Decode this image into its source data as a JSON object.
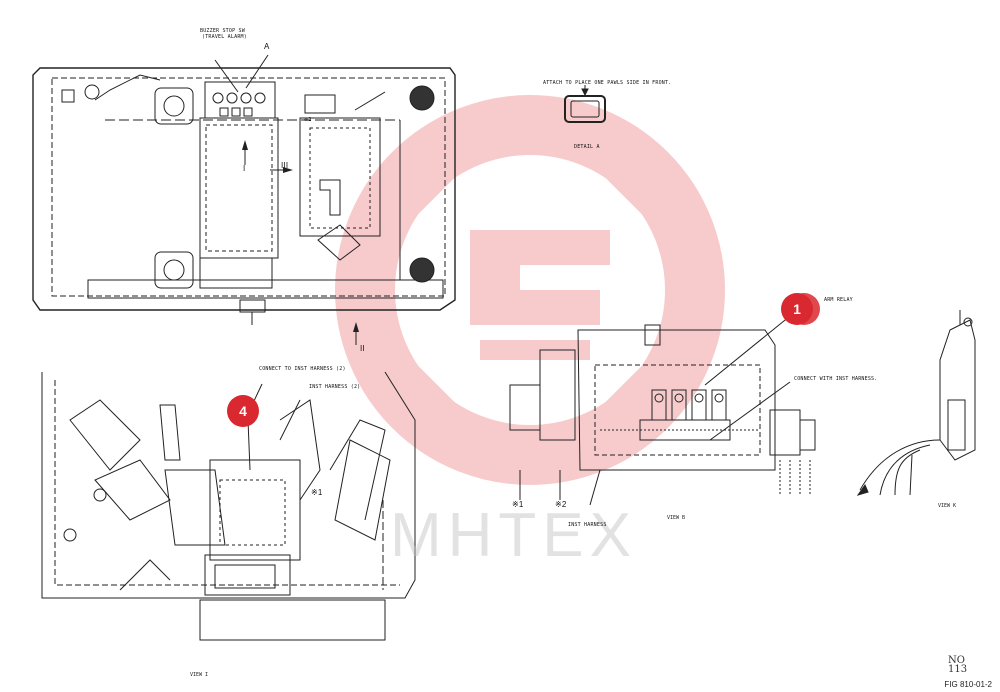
{
  "labels": {
    "buzzer_line1": "BUZZER STOP SW",
    "buzzer_line2": "(TRAVEL ALARM)",
    "arrow_a": "A",
    "attach_note": "ATTACH TO PLACE ONE PAWLS SIDE IN FRONT.",
    "detail_a": "DETAIL A",
    "arm_relay": "ARM RELAY",
    "connect_inst_harness_view_b": "CONNECT WITH INST HARNESS.",
    "connect_inst_harness_view_i": "CONNECT TO INST HARNESS (2)",
    "inst_harness_2": "INST HARNESS (2)",
    "mark_1_view_i": "※1",
    "mark_1_view_b": "※1",
    "mark_2_view_b": "※2",
    "inst_harness_view_b": "INST HARNESS",
    "arrow_i": "I",
    "arrow_ii": "II",
    "arrow_iii": "III",
    "mark_2_top": "※2",
    "view_i": "VIEW I",
    "view_b": "VIEW B",
    "view_k": "VIEW K",
    "fig_ref": "FIG 810-01-2",
    "corner_code": "NO\n113"
  },
  "callouts": [
    {
      "id": "1",
      "label": "1"
    },
    {
      "id": "4",
      "label": "4"
    }
  ],
  "watermark": {
    "text": "MHTEX",
    "color": "#e5484d"
  }
}
